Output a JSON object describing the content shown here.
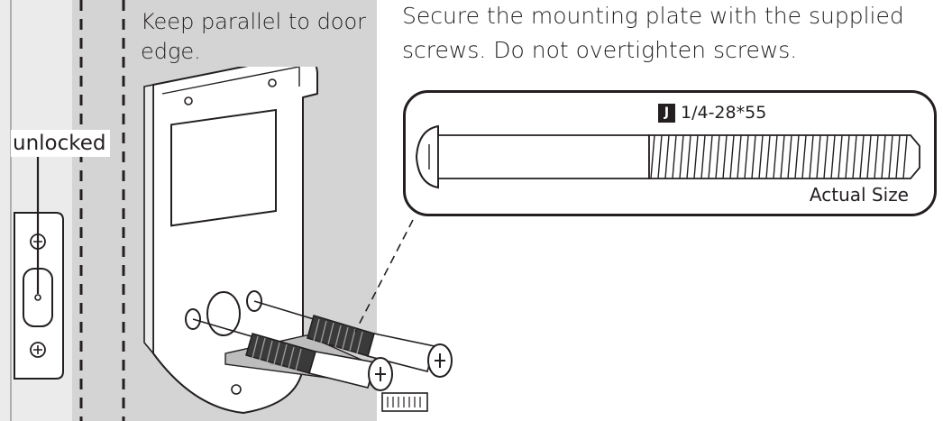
{
  "labels": {
    "parallel_note": "Keep parallel to door edge.",
    "latch_state": "unlocked",
    "instruction": "Secure the mounting plate with the supplied screws. Do not overtighten screws."
  },
  "callout": {
    "screw_letter": "J",
    "screw_spec": "1/4-28*55",
    "scale_note": "Actual Size"
  },
  "colors": {
    "door_panel": "#d4d4d4",
    "door_edge": "#ebebeb",
    "line": "#231f20"
  }
}
